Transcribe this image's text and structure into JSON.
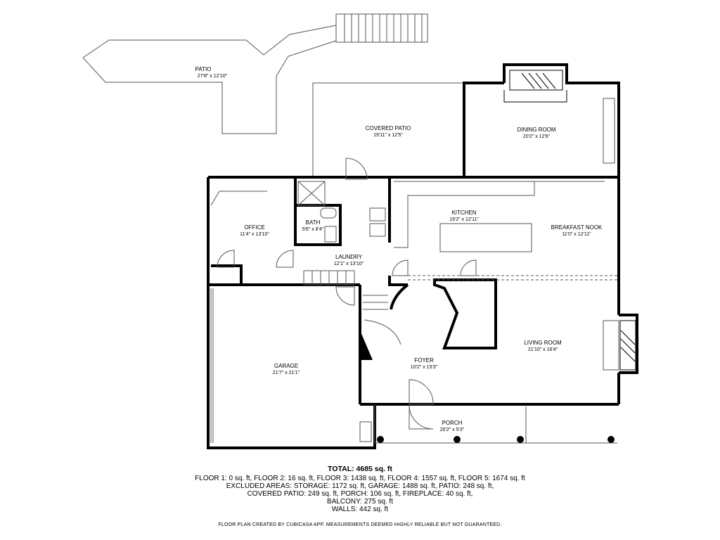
{
  "rooms": {
    "patio": {
      "name": "PATIO",
      "dims": "27'8\" x 12'10\""
    },
    "covered_patio": {
      "name": "COVERED PATIO",
      "dims": "19'11\" x 12'5\""
    },
    "dining": {
      "name": "DINING ROOM",
      "dims": "20'2\" x 12'6\""
    },
    "office": {
      "name": "OFFICE",
      "dims": "11'4\" x 13'10\""
    },
    "bath": {
      "name": "BATH",
      "dims": "5'6\" x 8'4\""
    },
    "kitchen": {
      "name": "KITCHEN",
      "dims": "19'2\" x 12'11\""
    },
    "breakfast": {
      "name": "BREAKFAST NOOK",
      "dims": "11'0\" x 12'11\""
    },
    "laundry": {
      "name": "LAUNDRY",
      "dims": "12'1\" x 13'10\""
    },
    "garage": {
      "name": "GARAGE",
      "dims": "21'7\" x 21'1\""
    },
    "foyer": {
      "name": "FOYER",
      "dims": "10'2\" x 15'3\""
    },
    "living": {
      "name": "LIVING ROOM",
      "dims": "21'10\" x 16'4\""
    },
    "porch": {
      "name": "PORCH",
      "dims": "20'2\" x 5'3\""
    }
  },
  "summary": {
    "total": "TOTAL: 4685 sq. ft",
    "line1": "FLOOR 1: 0 sq. ft, FLOOR 2: 16 sq. ft, FLOOR 3: 1438 sq. ft, FLOOR 4: 1557 sq. ft, FLOOR 5: 1674 sq. ft",
    "line2": "EXCLUDED AREAS: STORAGE: 1172 sq. ft, GARAGE: 1488 sq. ft, PATIO: 248 sq. ft,",
    "line3": "COVERED PATIO: 249 sq. ft, PORCH: 106 sq. ft, FIREPLACE: 40 sq. ft,",
    "line4": "BALCONY: 275 sq. ft",
    "line5": "WALLS: 442 sq. ft"
  },
  "disclaimer": "FLOOR PLAN CREATED BY CUBICASA APP. MEASUREMENTS DEEMED HIGHLY RELIABLE BUT NOT GUARANTEED.",
  "colors": {
    "wall": "#000000",
    "thin_line": "#555555",
    "background": "#ffffff"
  }
}
